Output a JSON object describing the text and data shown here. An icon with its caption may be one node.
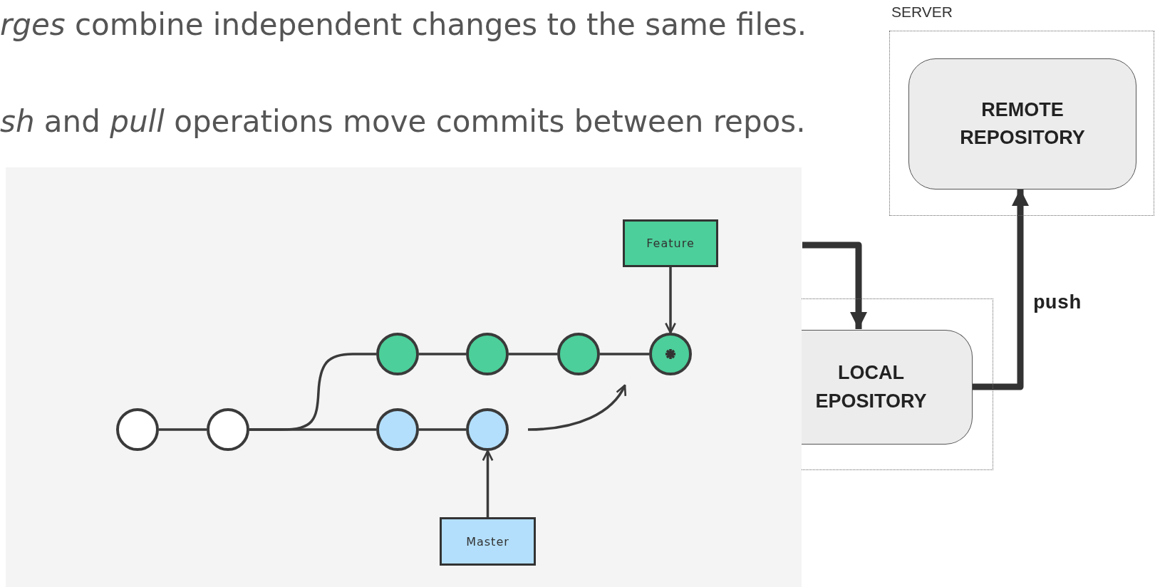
{
  "diagram": {
    "nodes": [
      {
        "text": [
          "Feature"
        ]
      },
      {
        "text": [
          "Master"
        ]
      },
      {
        "text": [],
        "shape": "circle"
      },
      {
        "text": [],
        "shape": "circle"
      },
      {
        "text": [],
        "shape": "circle"
      },
      {
        "text": [],
        "shape": "circle"
      },
      {
        "text": [],
        "shape": "circle"
      },
      {
        "text": [],
        "shape": "circle"
      },
      {
        "text": [],
        "shape": "circle"
      },
      {
        "text": [],
        "shape": "circle"
      },
      {
        "text": [
          "SERVER"
        ]
      },
      {
        "text": [
          "REMOTE REPOSITORY"
        ],
        "in": 10
      },
      {
        "text": [],
        "shape": "box"
      },
      {
        "text": [
          "LOCAL EPOSITORY"
        ],
        "in": 12
      }
    ],
    "edges": [
      {
        "from": 2,
        "to": 3,
        "arrow": "none"
      },
      {
        "from": 3,
        "to": 4,
        "arrow": "none"
      },
      {
        "from": 4,
        "to": 5,
        "arrow": "none"
      },
      {
        "from": 3,
        "to": 6,
        "arrow": "none"
      },
      {
        "from": 6,
        "to": 7,
        "arrow": "none"
      },
      {
        "from": 7,
        "to": 8,
        "arrow": "none"
      },
      {
        "from": 8,
        "to": 9,
        "arrow": "none"
      },
      {
        "from": 5,
        "to": 9,
        "arrow": "to"
      },
      {
        "from": 0,
        "to": 9,
        "arrow": "to"
      },
      {
        "from": 1,
        "to": 5,
        "arrow": "to"
      },
      {
        "from": null,
        "to": 13,
        "arrow": "to",
        "style": "thick"
      },
      {
        "from": 13,
        "to": 11,
        "arrow": "to",
        "style": "thick",
        "label": "push"
      }
    ],
    "labels": [
      "*rges* combine independent changes to the same files.",
      "*sh* and *pull* operations move commits between repos."
    ]
  }
}
